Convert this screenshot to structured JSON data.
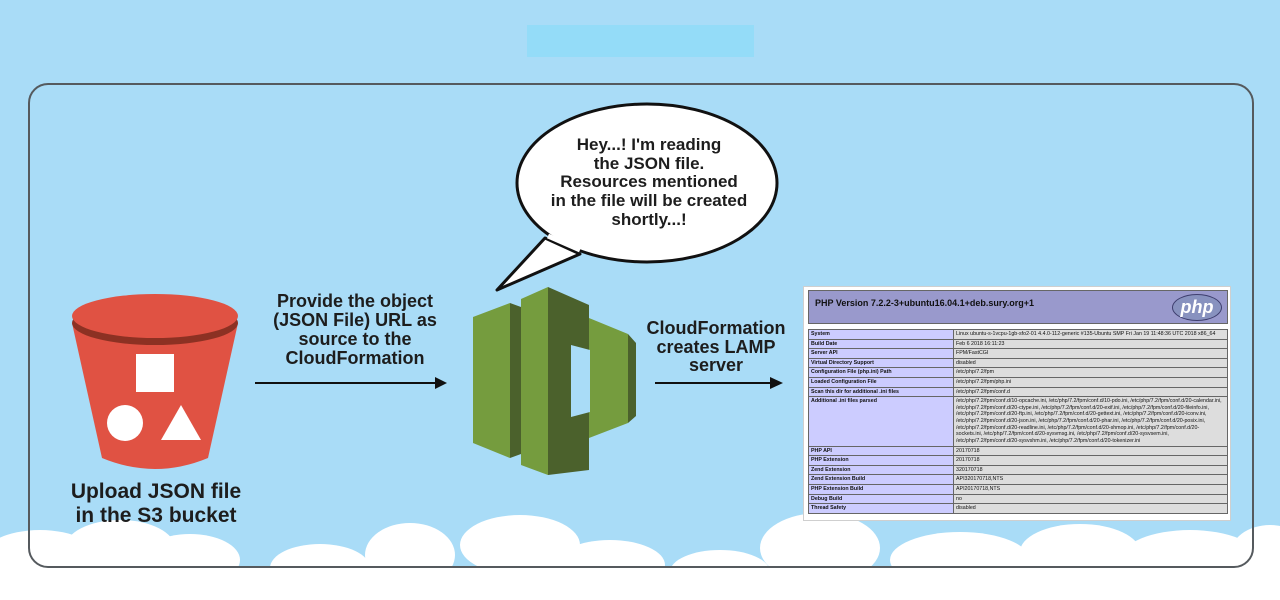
{
  "s3": {
    "label": "Upload JSON file\nin the S3 bucket"
  },
  "steps": [
    {
      "label": "Provide the object\n(JSON File) URL as\nsource to the\nCloudFormation"
    },
    {
      "label": "CloudFormation\ncreates LAMP\nserver"
    }
  ],
  "speech_bubble": {
    "text": "Hey...! I'm reading\nthe JSON file.\nResources mentioned\nin the file will be created\nshortly...!"
  },
  "phpinfo": {
    "title": "PHP Version 7.2.2-3+ubuntu16.04.1+deb.sury.org+1",
    "logo_text": "php",
    "rows": [
      {
        "key": "System",
        "value": "Linux ubuntu-s-1vcpu-1gb-sfo2-01 4.4.0-112-generic #135-Ubuntu SMP Fri Jan 19 11:48:36 UTC 2018 x86_64"
      },
      {
        "key": "Build Date",
        "value": "Feb 6 2018 16:11:23"
      },
      {
        "key": "Server API",
        "value": "FPM/FastCGI"
      },
      {
        "key": "Virtual Directory Support",
        "value": "disabled"
      },
      {
        "key": "Configuration File (php.ini) Path",
        "value": "/etc/php/7.2/fpm"
      },
      {
        "key": "Loaded Configuration File",
        "value": "/etc/php/7.2/fpm/php.ini"
      },
      {
        "key": "Scan this dir for additional .ini files",
        "value": "/etc/php/7.2/fpm/conf.d"
      },
      {
        "key": "Additional .ini files parsed",
        "value": "/etc/php/7.2/fpm/conf.d/10-opcache.ini, /etc/php/7.2/fpm/conf.d/10-pdo.ini, /etc/php/7.2/fpm/conf.d/20-calendar.ini, /etc/php/7.2/fpm/conf.d/20-ctype.ini, /etc/php/7.2/fpm/conf.d/20-exif.ini, /etc/php/7.2/fpm/conf.d/20-fileinfo.ini, /etc/php/7.2/fpm/conf.d/20-ftp.ini, /etc/php/7.2/fpm/conf.d/20-gettext.ini, /etc/php/7.2/fpm/conf.d/20-iconv.ini, /etc/php/7.2/fpm/conf.d/20-json.ini, /etc/php/7.2/fpm/conf.d/20-phar.ini, /etc/php/7.2/fpm/conf.d/20-posix.ini, /etc/php/7.2/fpm/conf.d/20-readline.ini, /etc/php/7.2/fpm/conf.d/20-shmop.ini, /etc/php/7.2/fpm/conf.d/20-sockets.ini, /etc/php/7.2/fpm/conf.d/20-sysvmsg.ini, /etc/php/7.2/fpm/conf.d/20-sysvsem.ini, /etc/php/7.2/fpm/conf.d/20-sysvshm.ini, /etc/php/7.2/fpm/conf.d/20-tokenizer.ini"
      },
      {
        "key": "PHP API",
        "value": "20170718"
      },
      {
        "key": "PHP Extension",
        "value": "20170718"
      },
      {
        "key": "Zend Extension",
        "value": "320170718"
      },
      {
        "key": "Zend Extension Build",
        "value": "API320170718,NTS"
      },
      {
        "key": "PHP Extension Build",
        "value": "API20170718,NTS"
      },
      {
        "key": "Debug Build",
        "value": "no"
      },
      {
        "key": "Thread Safety",
        "value": "disabled"
      }
    ]
  },
  "colors": {
    "background": "#a9dcf7",
    "s3_red": "#e05243",
    "cloudformation_green": "#759c3e",
    "cloudformation_dark": "#4b612c",
    "php_header": "#9999cc"
  }
}
